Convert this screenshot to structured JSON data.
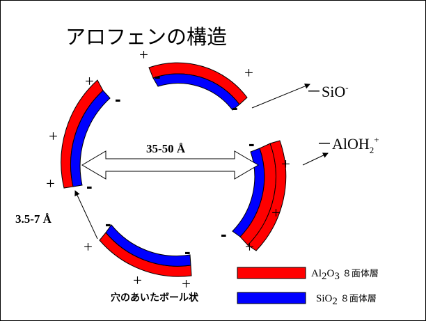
{
  "title": "アロフェンの構造",
  "labels": {
    "diameter": "35-50 Å",
    "hole_size": "3.5-7 Å",
    "hollow_sphere": "穴のあいたボール状"
  },
  "functional_groups": {
    "sio": {
      "prefix": "－SiO",
      "superscript": "-"
    },
    "aloh": {
      "prefix": "－AlOH",
      "subscript": "2",
      "superscript": "+"
    }
  },
  "signs": {
    "plus": "+",
    "minus": "-"
  },
  "legend": [
    {
      "formula_main": "Al",
      "sub1": "2",
      "mid": "O",
      "sub2": "3",
      "suffix": "８面体層",
      "color": "#ff0000"
    },
    {
      "formula_main": "SiO",
      "sub1": "2",
      "mid": "",
      "sub2": "",
      "suffix": "８面体層",
      "color": "#0000ff"
    }
  ],
  "colors": {
    "outer_layer": "#ff0000",
    "inner_layer": "#0000ff",
    "outline": "#000000"
  }
}
